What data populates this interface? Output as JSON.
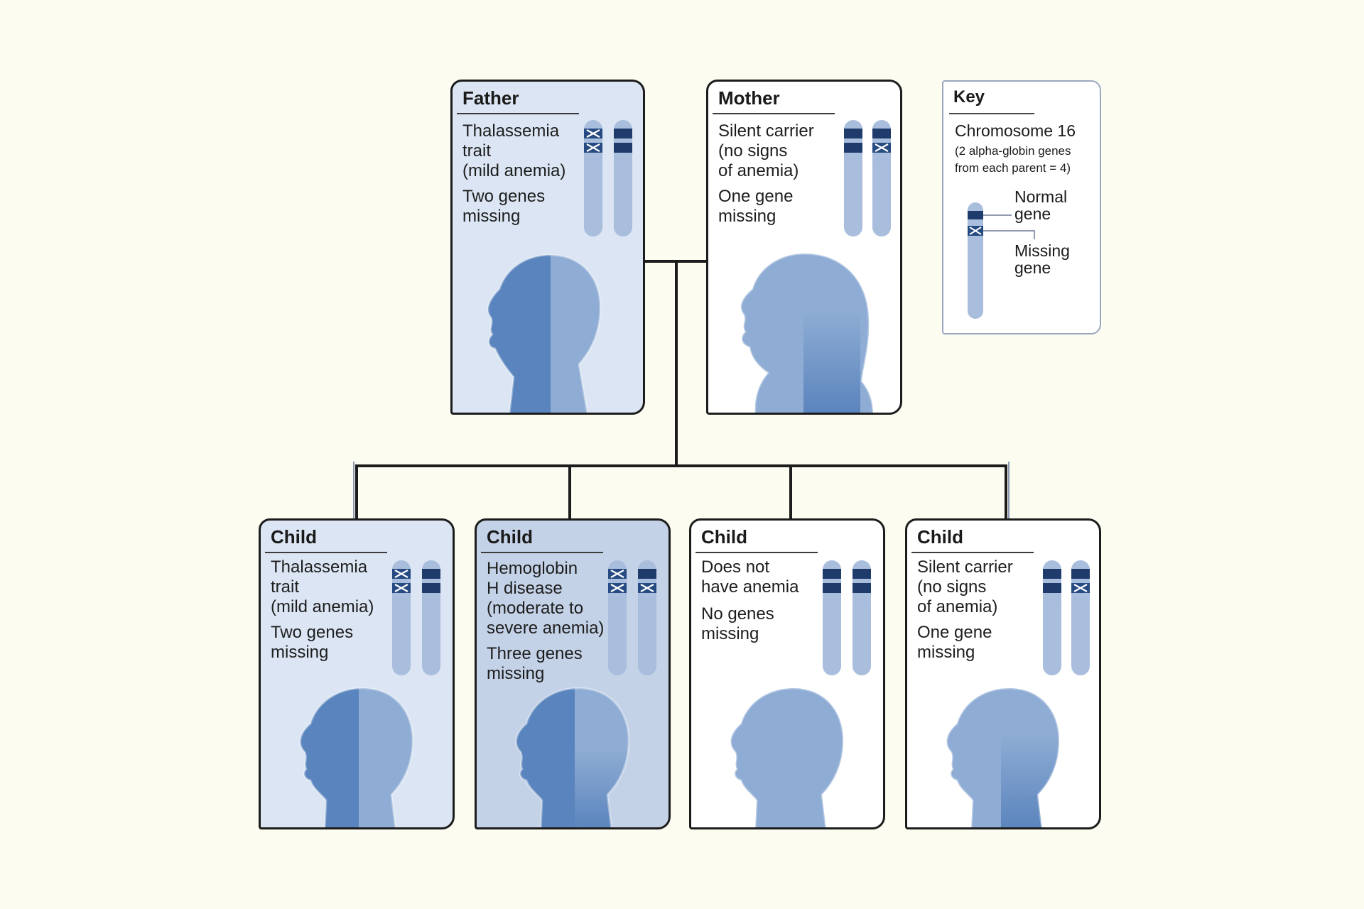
{
  "colors": {
    "background": "#fcfdf0",
    "chromosome": "#a9bddd",
    "normal_gene": "#1f3b6c",
    "missing_gene": "#264a82",
    "figure_dark": "#5a84bd",
    "figure_light": "#8fadd4"
  },
  "icons": [
    "chromosome-icon",
    "head-silhouette-icon",
    "missing-gene-x-icon"
  ],
  "key": {
    "title": "Key",
    "chromosome_label": "Chromosome 16",
    "note": "(2 alpha-globin genes\nfrom each parent = 4)",
    "normal_label": "Normal\ngene",
    "missing_label": "Missing\ngene"
  },
  "parents": [
    {
      "role": "Father",
      "status": "Thalassemia\ntrait\n(mild anemia)",
      "genes_missing": "Two genes\nmissing",
      "missing_count": 2,
      "chromosome_genes": [
        [
          "missing",
          "missing"
        ],
        [
          "normal",
          "normal"
        ]
      ]
    },
    {
      "role": "Mother",
      "status": "Silent carrier\n(no signs\nof anemia)",
      "genes_missing": "One gene\nmissing",
      "missing_count": 1,
      "chromosome_genes": [
        [
          "normal",
          "normal"
        ],
        [
          "normal",
          "missing"
        ]
      ]
    }
  ],
  "children": [
    {
      "role": "Child",
      "status": "Thalassemia\ntrait\n(mild anemia)",
      "genes_missing": "Two genes\nmissing",
      "missing_count": 2,
      "chromosome_genes": [
        [
          "missing",
          "missing"
        ],
        [
          "normal",
          "normal"
        ]
      ]
    },
    {
      "role": "Child",
      "status": "Hemoglobin\nH disease\n(moderate to\nsevere anemia)",
      "genes_missing": "Three genes\nmissing",
      "missing_count": 3,
      "chromosome_genes": [
        [
          "missing",
          "missing"
        ],
        [
          "normal",
          "missing"
        ]
      ]
    },
    {
      "role": "Child",
      "status": "Does not\nhave anemia",
      "genes_missing": "No genes\nmissing",
      "missing_count": 0,
      "chromosome_genes": [
        [
          "normal",
          "normal"
        ],
        [
          "normal",
          "normal"
        ]
      ]
    },
    {
      "role": "Child",
      "status": "Silent carrier\n(no signs\nof anemia)",
      "genes_missing": "One gene\nmissing",
      "missing_count": 1,
      "chromosome_genes": [
        [
          "normal",
          "normal"
        ],
        [
          "normal",
          "missing"
        ]
      ]
    }
  ]
}
